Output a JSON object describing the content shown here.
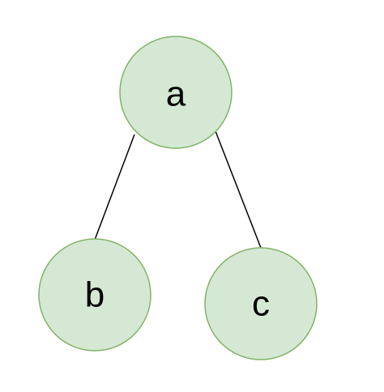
{
  "diagram": {
    "type": "tree",
    "nodes": [
      {
        "id": "a",
        "label": "a"
      },
      {
        "id": "b",
        "label": "b"
      },
      {
        "id": "c",
        "label": "c"
      }
    ],
    "edges": [
      {
        "from": "a",
        "to": "b"
      },
      {
        "from": "a",
        "to": "c"
      }
    ],
    "colors": {
      "node_fill": "#d5e8d4",
      "node_stroke": "#82b366",
      "edge": "#000000",
      "text": "#000000"
    }
  }
}
